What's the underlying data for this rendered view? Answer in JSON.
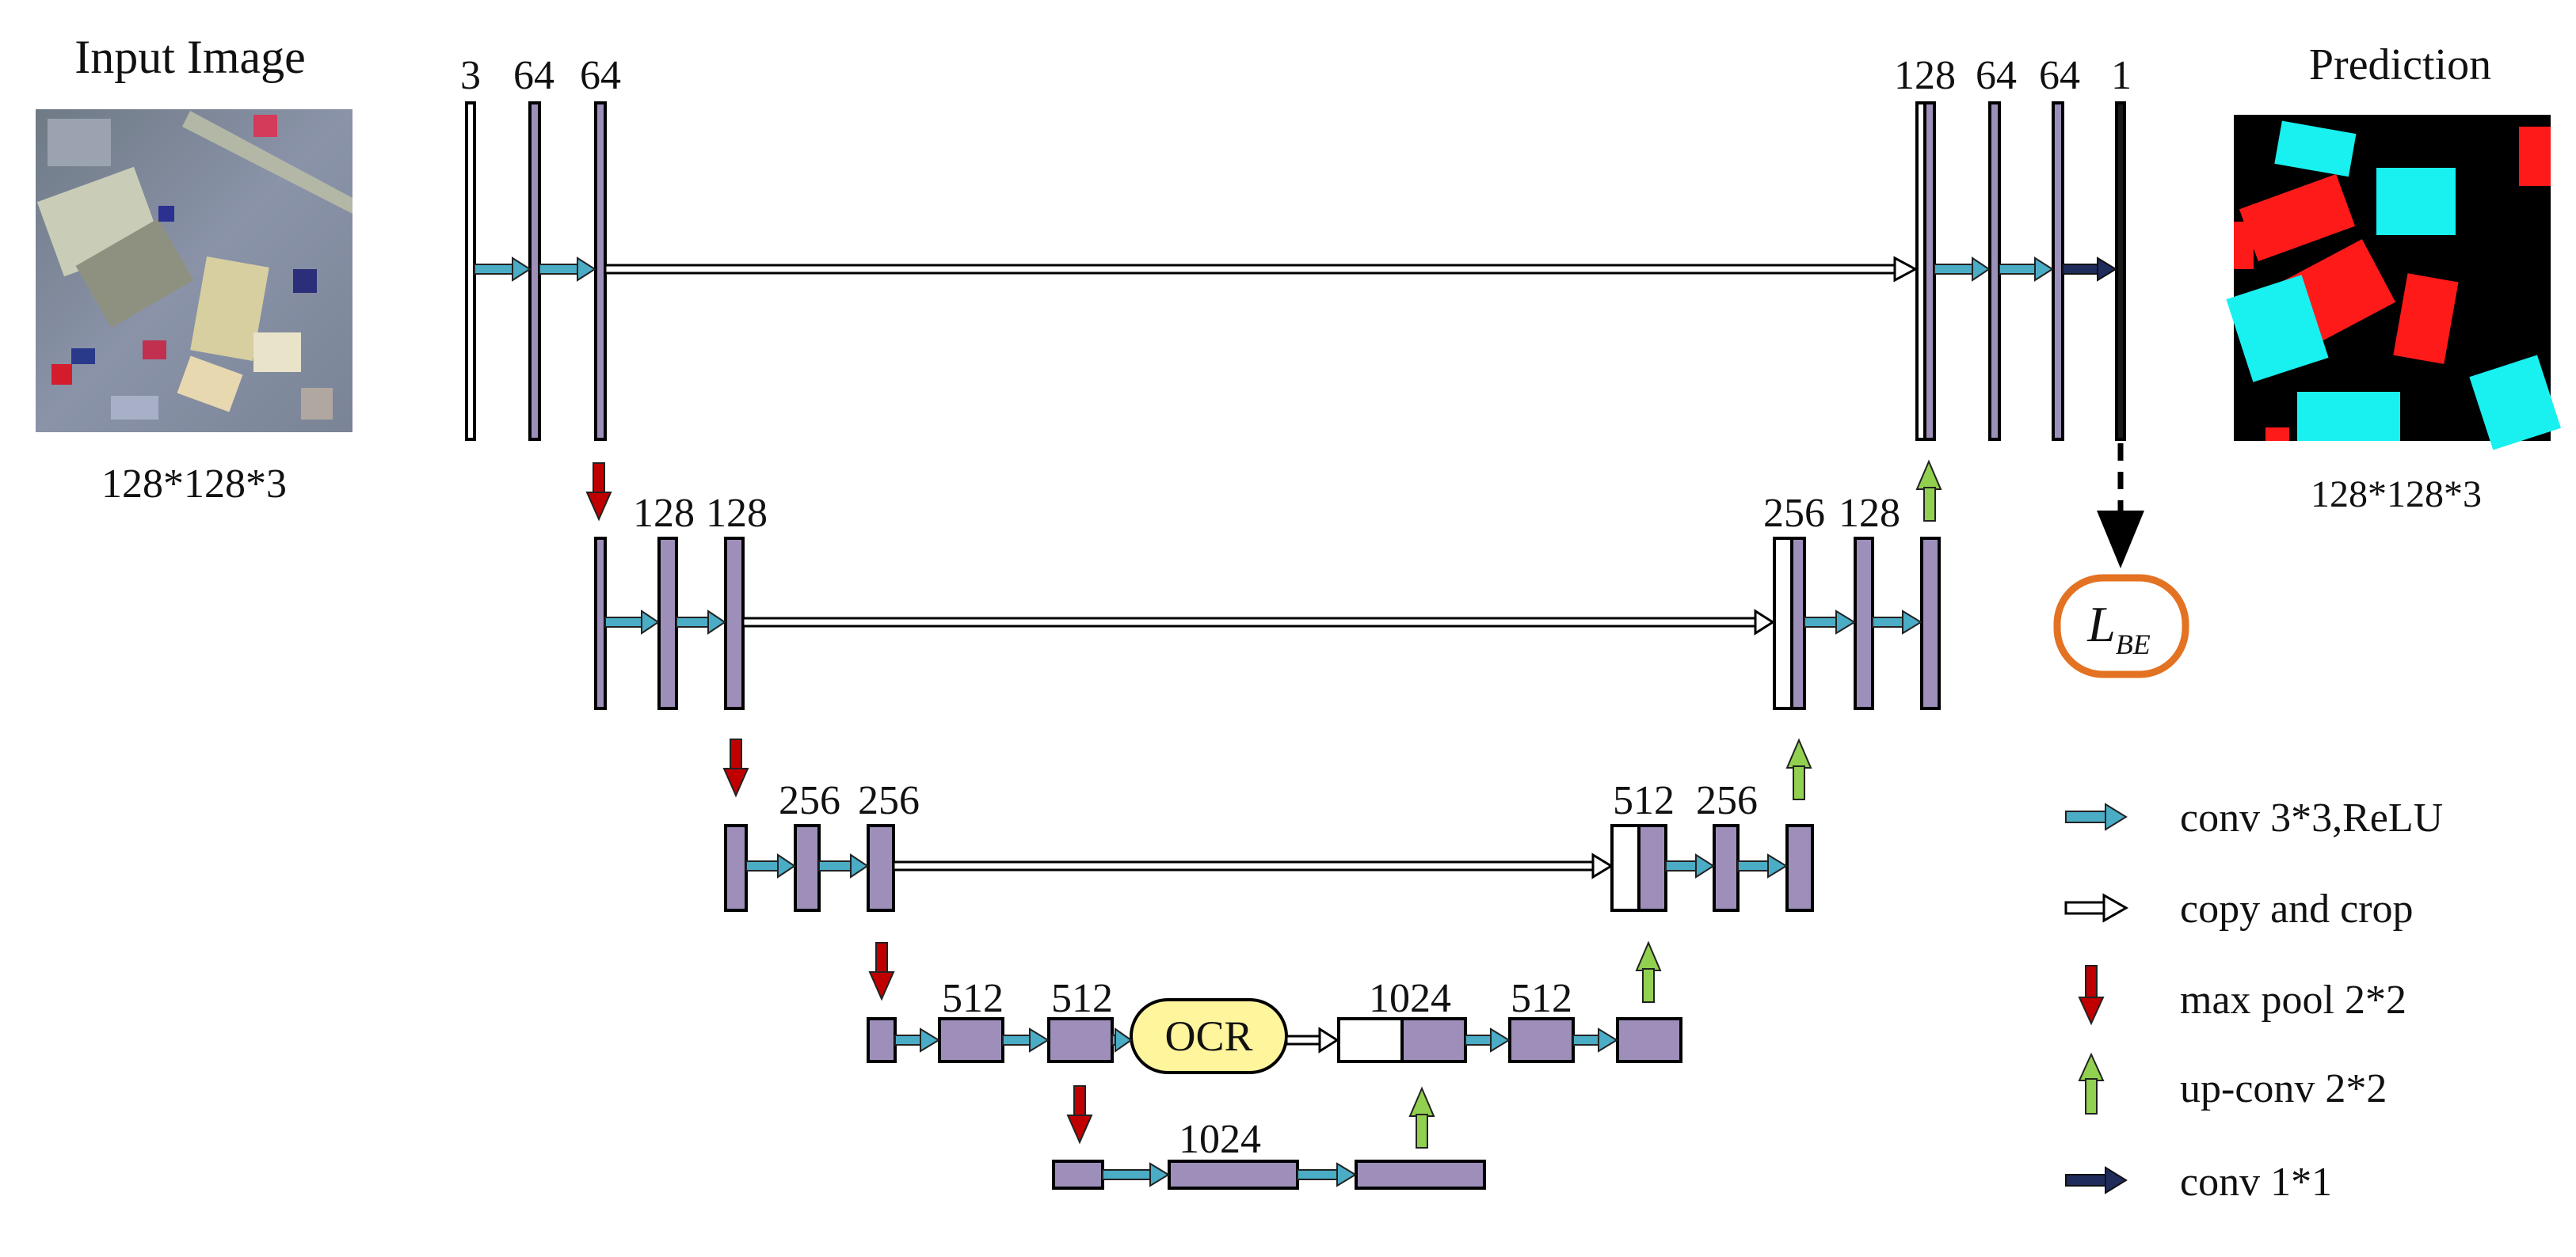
{
  "input_panel": {
    "title": "Input Image",
    "caption": "128*128*3"
  },
  "output_panel": {
    "title": "Prediction",
    "caption": "128*128*3"
  },
  "loss": {
    "symbol": "L",
    "subscript": "BE"
  },
  "ocr_label": "OCR",
  "channels": {
    "level1_left": [
      "3",
      "64",
      "64"
    ],
    "level1_right": [
      "128",
      "64",
      "64",
      "1"
    ],
    "level2_left": [
      "128",
      "128"
    ],
    "level2_right": [
      "256",
      "128"
    ],
    "level3_left": [
      "256",
      "256"
    ],
    "level3_right": [
      "512",
      "256"
    ],
    "level4_left": [
      "512",
      "512"
    ],
    "level4_right": [
      "1024",
      "512"
    ],
    "level5": [
      "1024"
    ]
  },
  "legend": [
    {
      "label": "conv 3*3,ReLU",
      "icon": "conv-arrow-icon",
      "color": "#4bacc6"
    },
    {
      "label": "copy and crop",
      "icon": "copy-arrow-icon",
      "color": "#ffffff"
    },
    {
      "label": "max pool 2*2",
      "icon": "maxpool-arrow-icon",
      "color": "#c00000"
    },
    {
      "label": "up-conv 2*2",
      "icon": "upconv-arrow-icon",
      "color": "#92d050"
    },
    {
      "label": "conv 1*1",
      "icon": "conv1x1-arrow-icon",
      "color": "#1f2b5b"
    }
  ],
  "colors": {
    "feature_map": "#9d8fba",
    "ocr_fill": "#fff59d",
    "loss_border": "#e37222",
    "prediction_red": "#ff1a1a",
    "prediction_cyan": "#19f0f0"
  }
}
